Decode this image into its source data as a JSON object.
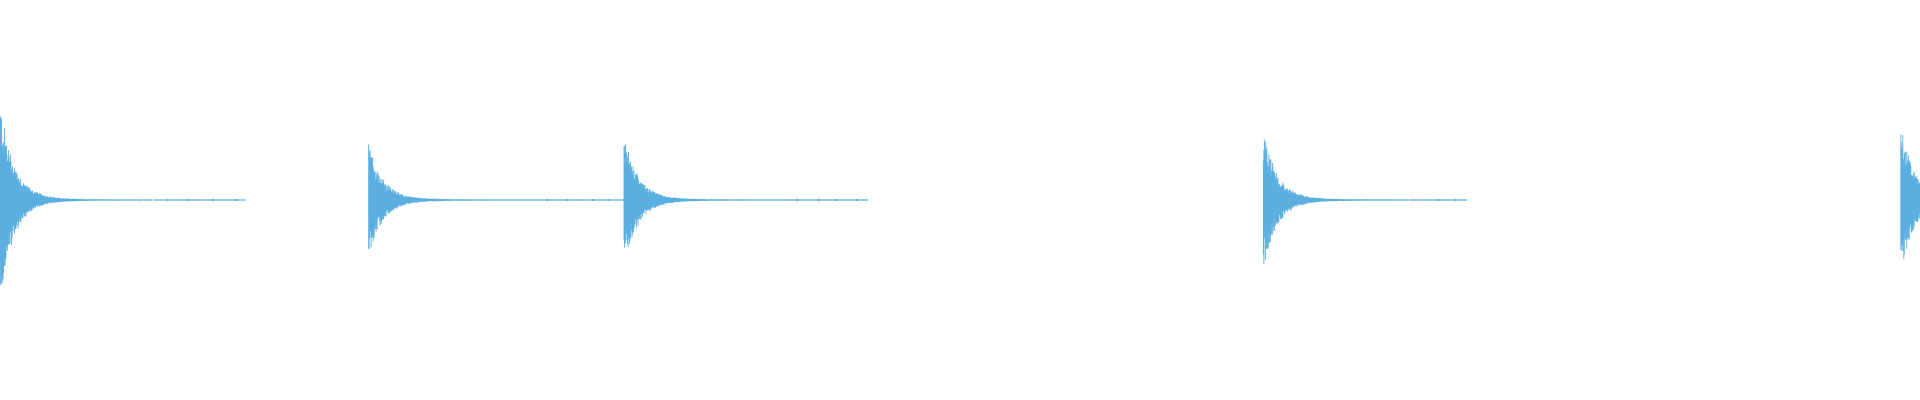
{
  "waveform": {
    "color": "#5aaee0",
    "background": "#ffffff",
    "amplitude_range": [
      -1,
      1
    ],
    "duration_fraction_range": [
      0,
      1
    ],
    "transients": [
      {
        "onset": 0.0,
        "peak_up": 0.98,
        "peak_down": 1.0,
        "tail_end": 0.128
      },
      {
        "onset": 0.192,
        "peak_up": 0.56,
        "peak_down": 0.57,
        "tail_end": 0.325
      },
      {
        "onset": 0.325,
        "peak_up": 0.66,
        "peak_down": 0.66,
        "tail_end": 0.452
      },
      {
        "onset": 0.658,
        "peak_up": 0.69,
        "peak_down": 0.69,
        "tail_end": 0.764
      },
      {
        "onset": 0.99,
        "peak_up": 0.75,
        "peak_down": 0.75,
        "tail_end": 1.0
      }
    ]
  }
}
